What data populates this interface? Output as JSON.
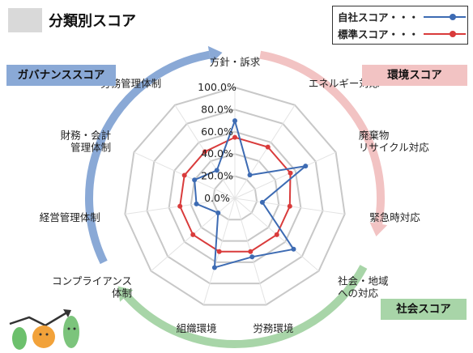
{
  "page": {
    "title": "分類別スコア"
  },
  "legend": {
    "items": [
      {
        "label": "自社スコア・・・",
        "color": "#3d6bb3"
      },
      {
        "label": "標準スコア・・・",
        "color": "#d93b3b"
      }
    ]
  },
  "groups": {
    "governance": {
      "label": "ガバナンススコア",
      "color": "#8aa9d6"
    },
    "environment": {
      "label": "環境スコア",
      "color": "#f2c3c3"
    },
    "social": {
      "label": "社会スコア",
      "color": "#a8d5a8"
    }
  },
  "chart_data": {
    "type": "radar",
    "title": "分類別スコア",
    "axes": [
      [
        "方針・訴求"
      ],
      [
        "エネルギー対応"
      ],
      [
        "廃棄物",
        "リサイクル対応"
      ],
      [
        "緊急時対応"
      ],
      [
        "社会・地域",
        "への対応"
      ],
      [
        "労務環境"
      ],
      [
        "組織環境"
      ],
      [
        "コンプライアンス",
        "体制"
      ],
      [
        "経営管理体制"
      ],
      [
        "財務・会計",
        "管理体制"
      ],
      [
        "労務管理体制"
      ]
    ],
    "ticks": [
      "0.0%",
      "20.0%",
      "40.0%",
      "60.0%",
      "80.0%",
      "100.0%"
    ],
    "rlim": [
      0,
      100
    ],
    "series": [
      {
        "name": "自社スコア",
        "color": "#3d6bb3",
        "values": [
          70,
          25,
          70,
          25,
          70,
          55,
          65,
          20,
          35,
          40,
          30
        ]
      },
      {
        "name": "標準スコア",
        "color": "#d93b3b",
        "values": [
          55,
          55,
          55,
          50,
          50,
          50,
          50,
          50,
          50,
          50,
          50
        ]
      }
    ]
  }
}
